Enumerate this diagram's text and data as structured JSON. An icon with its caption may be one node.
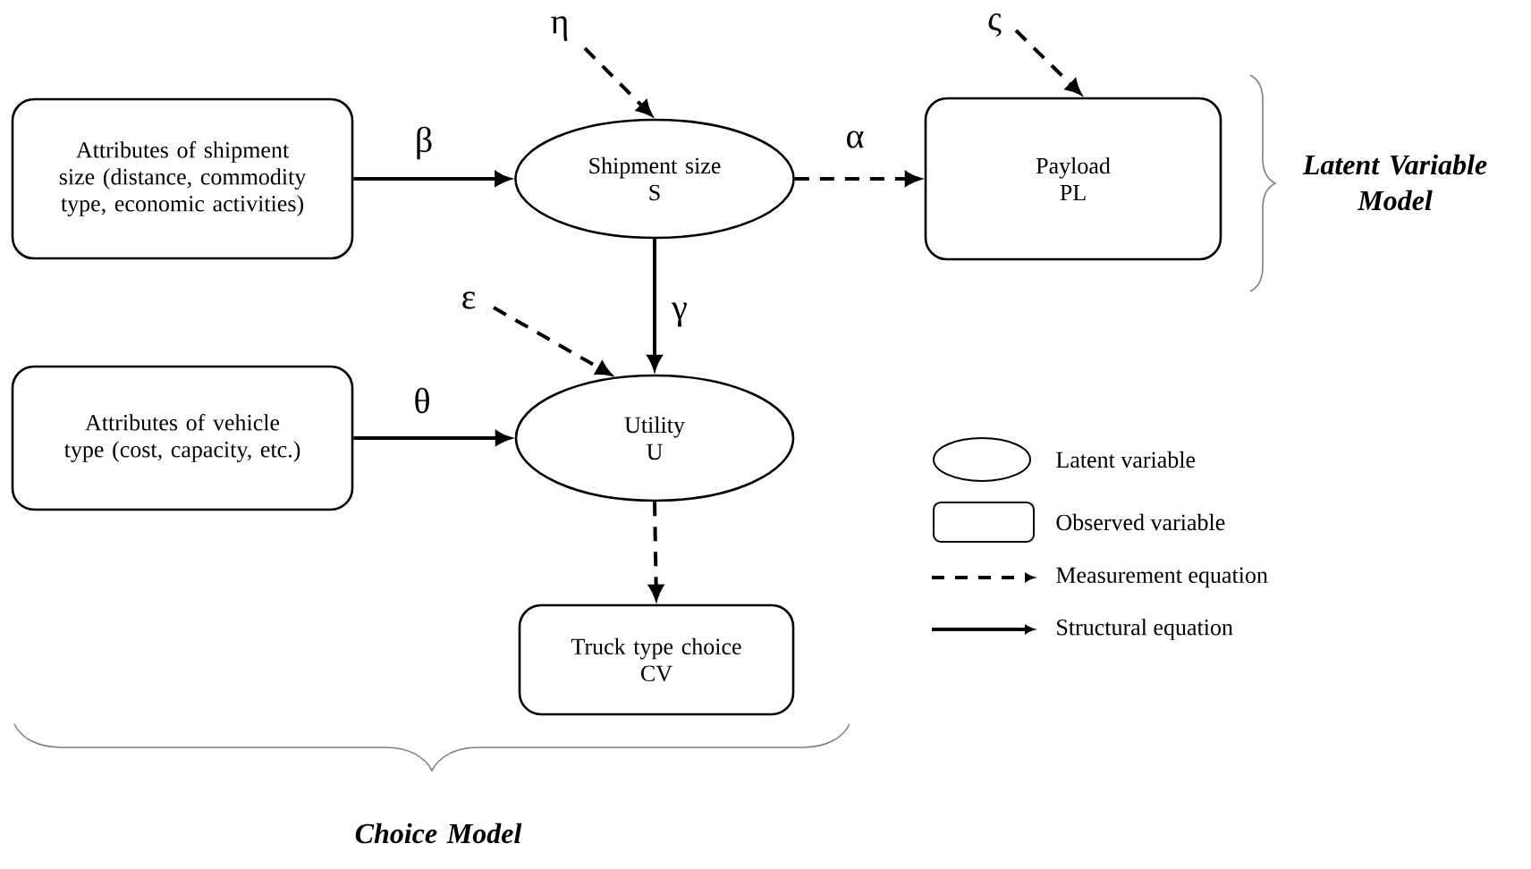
{
  "diagram": {
    "nodes": [
      {
        "text": [
          "Attributes of shipment size (distance, commodity type, economic activities)"
        ]
      },
      {
        "text": [
          "Shipment size",
          "S"
        ]
      },
      {
        "text": [
          "Payload",
          "PL"
        ]
      },
      {
        "text": [
          "Attributes of vehicle type (cost, capacity, etc.)"
        ]
      },
      {
        "text": [
          "Utility",
          "U"
        ]
      },
      {
        "text": [
          "Truck type choice",
          "CV"
        ]
      }
    ],
    "edges": [
      {
        "from": 0,
        "to": 1,
        "arrow": "to",
        "label": "β"
      },
      {
        "from": 1,
        "to": 2,
        "arrow": "to",
        "label": "α",
        "style": "dashed"
      },
      {
        "from": null,
        "to": 1,
        "arrow": "to",
        "label": "η",
        "style": "dashed"
      },
      {
        "from": null,
        "to": 2,
        "arrow": "to",
        "label": "ς",
        "style": "dashed"
      },
      {
        "from": 1,
        "to": 4,
        "arrow": "to",
        "label": "γ"
      },
      {
        "from": null,
        "to": 4,
        "arrow": "to",
        "label": "ε",
        "style": "dashed"
      },
      {
        "from": 3,
        "to": 4,
        "arrow": "to",
        "label": "θ"
      },
      {
        "from": 4,
        "to": 5,
        "arrow": "to",
        "style": "dashed"
      }
    ],
    "labels": [
      "Latent Variable Model",
      "Choice Model"
    ],
    "legend": [
      {
        "text": "Latent variable"
      },
      {
        "text": "Observed variable"
      },
      {
        "text": "Measurement equation"
      },
      {
        "text": "Structural equation"
      }
    ]
  }
}
